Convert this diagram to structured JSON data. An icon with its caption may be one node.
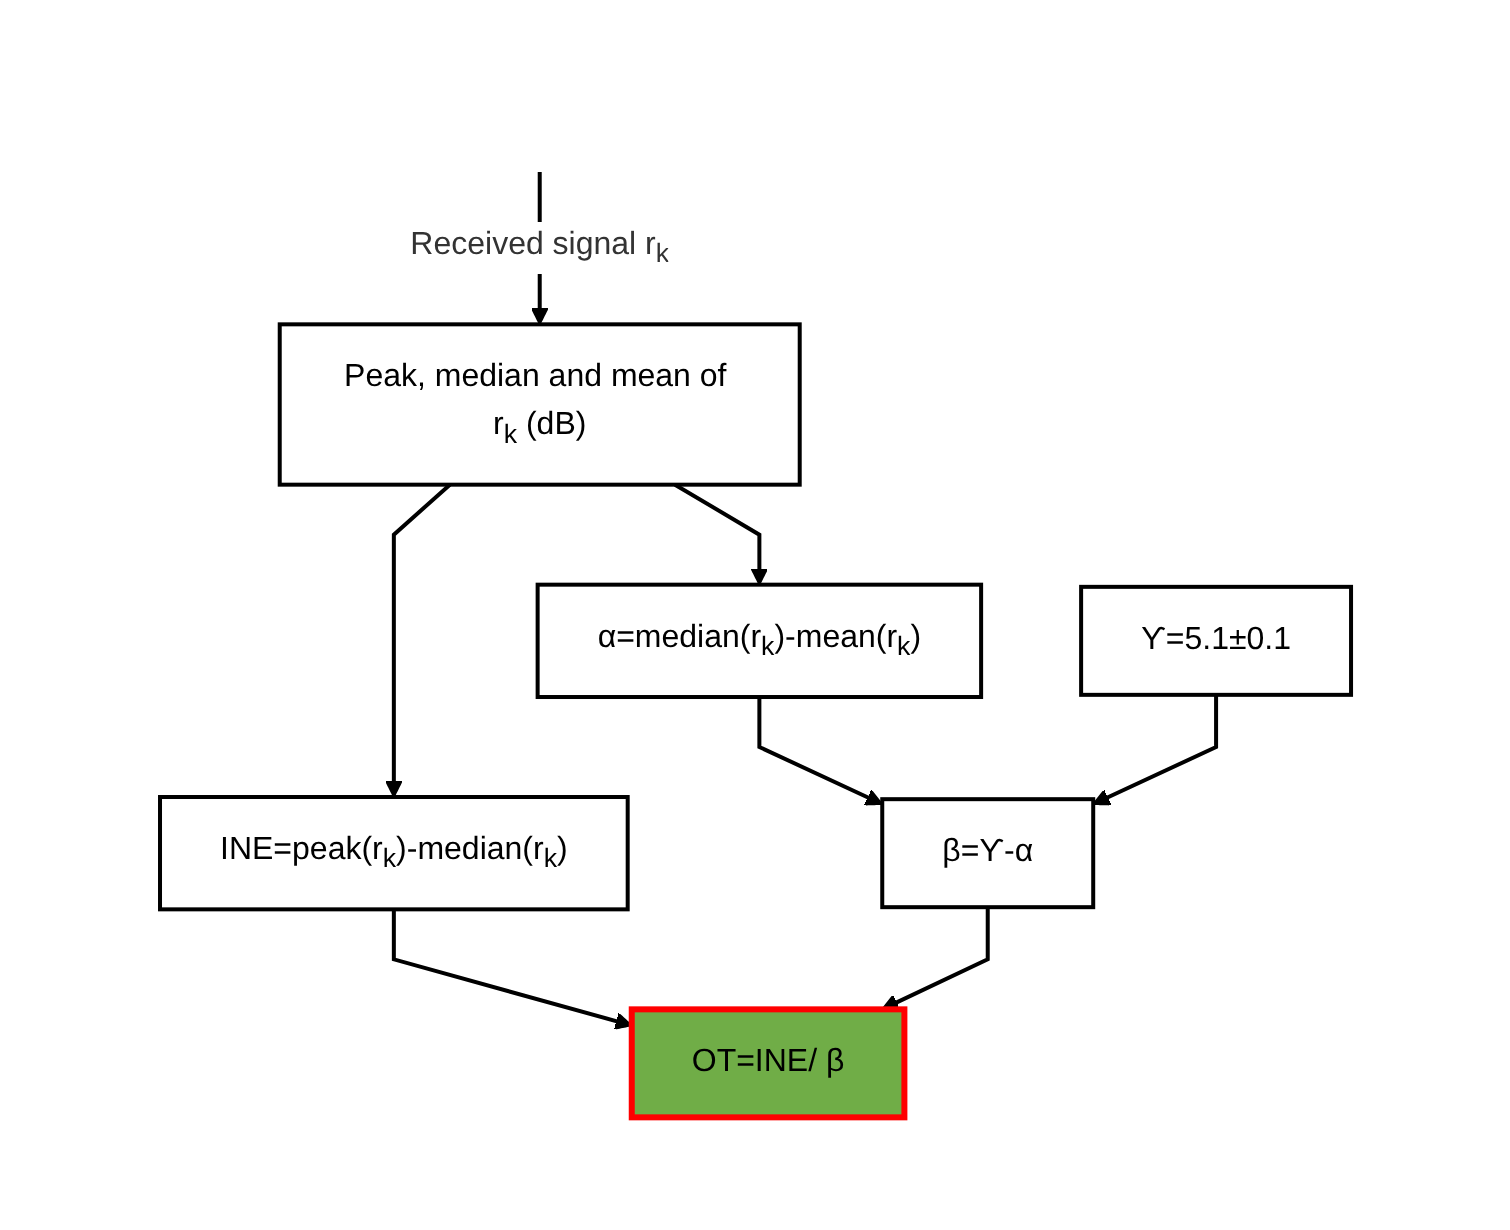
{
  "diagram": {
    "nodes": [
      {
        "text": [
          "Peak, median and mean of r$_{k}$ (dB)"
        ]
      },
      {
        "text": [
          "INE=peak(r$_{k}$)-median(r$_{k}$)"
        ]
      },
      {
        "text": [
          "α=median(r$_{k}$)-mean(r$_{k}$)"
        ]
      },
      {
        "text": [
          "ϒ=5.1±0.1"
        ]
      },
      {
        "text": [
          "β=ϒ-α"
        ]
      },
      {
        "text": [
          "OT=INE/ β"
        ]
      }
    ],
    "edges": [
      {
        "from": null,
        "to": 0,
        "arrow": "to",
        "label": "Received signal r$_{k}$"
      },
      {
        "from": 0,
        "to": 1,
        "arrow": "to"
      },
      {
        "from": 0,
        "to": 2,
        "arrow": "to"
      },
      {
        "from": 1,
        "to": 5,
        "arrow": "to"
      },
      {
        "from": 2,
        "to": 4,
        "arrow": "to"
      },
      {
        "from": 3,
        "to": 4,
        "arrow": "to"
      },
      {
        "from": 4,
        "to": 5,
        "arrow": "to"
      }
    ]
  }
}
